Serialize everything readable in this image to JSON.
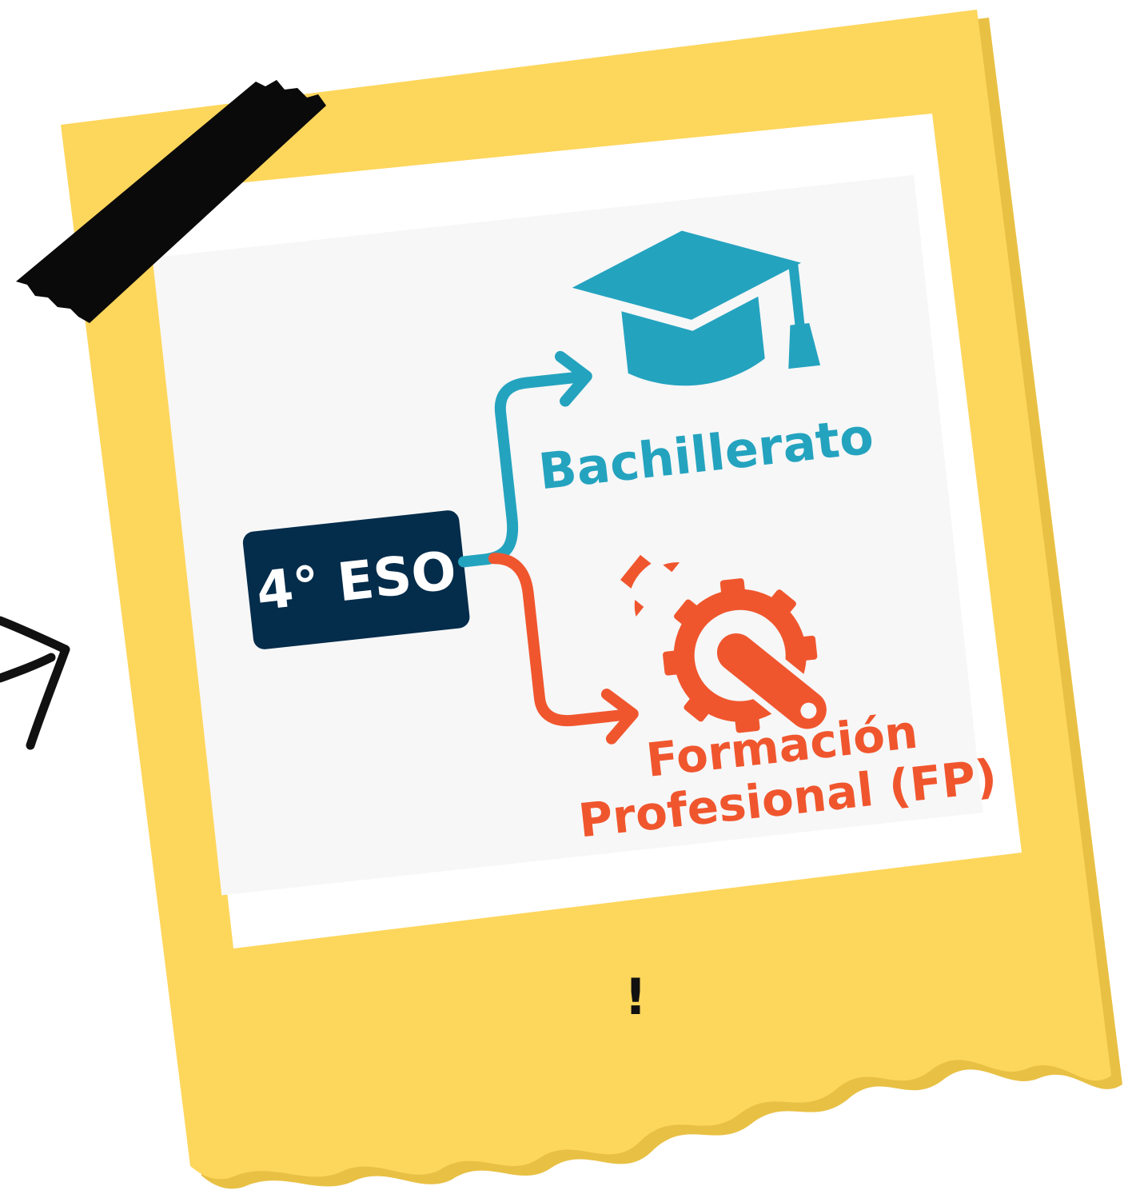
{
  "diagram": {
    "start_node": {
      "label": "4° ESO"
    },
    "branches": [
      {
        "label": "Bachillerato",
        "icon": "graduation-cap-icon",
        "color": "#24A3BF"
      },
      {
        "label_lines": [
          "Formación",
          "Profesional (FP)"
        ],
        "icon": "wrench-gear-icon",
        "color": "#F0562E"
      }
    ]
  },
  "note": {
    "caption": "!",
    "paper_color": "#FDD65C",
    "shadow_color": "#E8C043",
    "tape_color": "#0A0A0A"
  },
  "colors": {
    "node_bg": "#042C4B",
    "node_text": "#FFFFFF",
    "photo_bg": "#F7F7F7",
    "photo_frame": "#FFFFFF"
  }
}
